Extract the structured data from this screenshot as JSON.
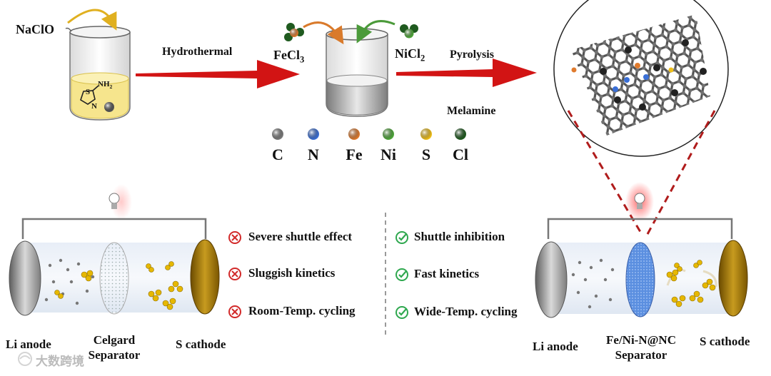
{
  "top": {
    "naclo": "NaClO",
    "hydrothermal": "Hydrothermal",
    "fecl_base": "FeCl",
    "fecl_sub": "3",
    "nicl_base": "NiCl",
    "nicl_sub": "2",
    "pyrolysis": "Pyrolysis",
    "melamine": "Melamine",
    "molecule_s": "S",
    "molecule_n": "N",
    "molecule_nh": "NH",
    "molecule_nh_sub": "2"
  },
  "legend": [
    {
      "symbol": "C",
      "color": "#7a7a7a"
    },
    {
      "symbol": "N",
      "color": "#3a6fd6"
    },
    {
      "symbol": "Fe",
      "color": "#e07b2e"
    },
    {
      "symbol": "Ni",
      "color": "#4fa83a"
    },
    {
      "symbol": "S",
      "color": "#f0c01a"
    },
    {
      "symbol": "Cl",
      "color": "#1f5a1f"
    }
  ],
  "left_cell": {
    "anode": "Li anode",
    "separator_line1": "Celgard",
    "separator_line2": "Separator",
    "cathode": "S cathode"
  },
  "right_cell": {
    "anode": "Li anode",
    "separator_line1": "Fe/Ni-N@NC",
    "separator_line2": "Separator",
    "cathode": "S cathode"
  },
  "drawbacks": [
    "Severe shuttle effect",
    "Sluggish kinetics",
    "Room-Temp. cycling"
  ],
  "benefits": [
    "Shuttle inhibition",
    "Fast kinetics",
    "Wide-Temp. cycling"
  ],
  "watermark": "大数跨境",
  "colors": {
    "arrow": "#d21414",
    "bad": "#d22a2a",
    "good": "#2fa84f",
    "dash": "#b01c1c",
    "gold": "#e6b800"
  }
}
